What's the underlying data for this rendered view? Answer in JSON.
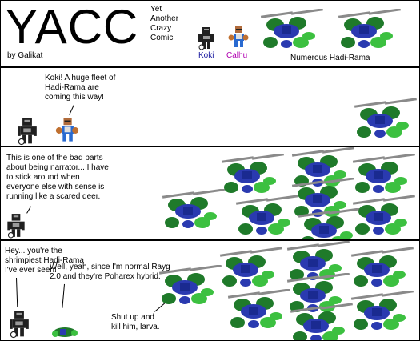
{
  "header": {
    "title": "YACC",
    "subtitle": "Yet\nAnother\nCrazy\nComic",
    "byline": "by Galikat"
  },
  "cast": [
    {
      "name": "Koki",
      "color": "#1a1aa0"
    },
    {
      "name": "Calhu",
      "color": "#b000b0"
    },
    {
      "name": "Numerous Hadi-Rama",
      "color": "#000000"
    }
  ],
  "panels": [
    {
      "dialogue": [
        {
          "speaker": "Calhu",
          "text": "Koki!  A huge fleet of\nHadi-Rama are\ncoming this way!"
        }
      ]
    },
    {
      "dialogue": [
        {
          "speaker": "Narrator",
          "text": "This is one of the bad parts\nabout being narrator... I have\nto stick around when\neveryone else with sense is\nrunning like a scared deer."
        }
      ]
    },
    {
      "dialogue": [
        {
          "speaker": "Koki",
          "text": "Hey... you're the\nshrimpiest Hadi-Rama\nI've ever seen!"
        },
        {
          "speaker": "Small Rayg",
          "text": "Well, yeah, since I'm normal Rayg\n2.0 and they're Poharex hybrid."
        },
        {
          "speaker": "Hadi-Rama",
          "text": "Shut up and\nkill him, larva."
        }
      ]
    }
  ],
  "colors": {
    "robot_black": "#202020",
    "robot_grey": "#9a9a9a",
    "calhu_skin": "#b06a3a",
    "calhu_blue": "#2a6ad0",
    "hadi_green": "#1f7a2a",
    "hadi_light_green": "#3cc040",
    "hadi_blue": "#2a3ab0",
    "hadi_grey": "#8a8a8a"
  }
}
